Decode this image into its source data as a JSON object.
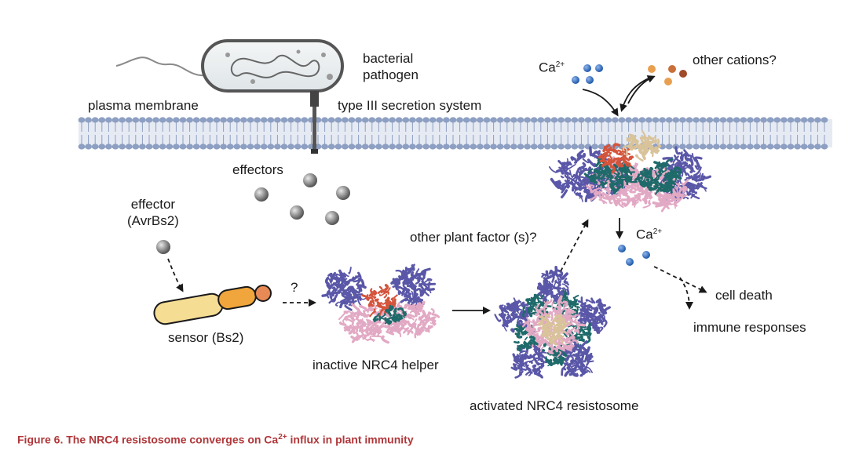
{
  "labels": {
    "bacterial_pathogen": [
      "bacterial",
      "pathogen"
    ],
    "plasma_membrane": "plasma membrane",
    "type3": "type III secretion system",
    "effectors": "effectors",
    "effector_avrbs2": [
      "effector",
      "(AvrBs2)"
    ],
    "calcium_top": "Ca",
    "calcium_charge": "2+",
    "other_cations": "other cations?",
    "calcium_mid": "Ca",
    "other_plant_factor": "other plant factor (s)?",
    "question_mark": "?",
    "sensor": "sensor (Bs2)",
    "inactive": "inactive NRC4 helper",
    "activated": "activated NRC4 resistosome",
    "cell_death": "cell death",
    "immune": "immune responses"
  },
  "caption": {
    "prefix": "Figure 6.  The NRC4 resistosome converges on Ca",
    "superscript": "2+",
    "suffix": " influx in plant immunity"
  },
  "colors": {
    "membrane": "#8d9fc2",
    "membrane_light": "#b8c4dc",
    "calcium": "#2f6fc2",
    "cations": [
      "#e8a050",
      "#c8703a",
      "#a04a2a"
    ],
    "sensor_light": "#f6dd94",
    "sensor_mid": "#f0a63c",
    "sensor_dark": "#e88a55",
    "protein_purple": "#5a57a8",
    "protein_pink": "#e2a9c4",
    "protein_teal": "#1f6a6a",
    "protein_red": "#d4543c",
    "protein_tan": "#d9c39a",
    "caption": "#b0373a"
  }
}
